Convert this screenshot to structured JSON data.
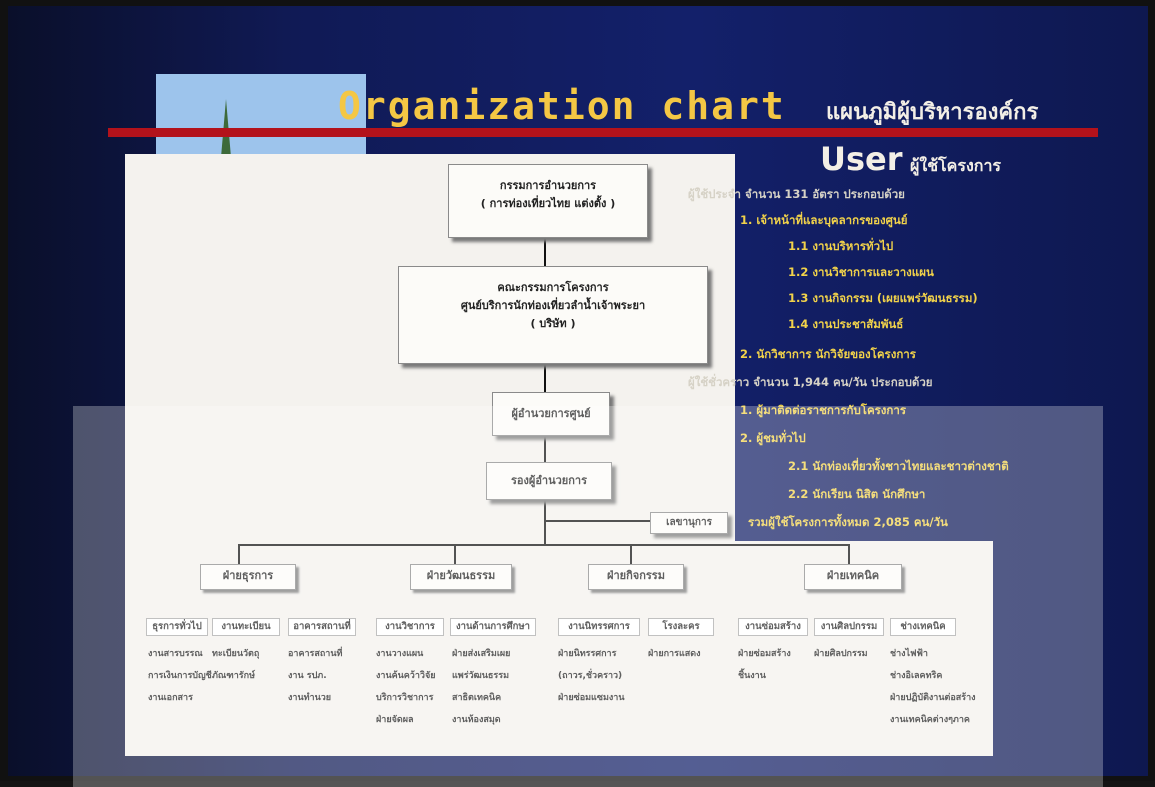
{
  "title": "Organization chart",
  "title_thai": "แผนภูมิผู้บริหารองค์กร",
  "user": {
    "title": "User",
    "title_thai": "ผู้ใช้โครงการ",
    "lines": [
      "ผู้ใช้ประจำ จำนวน 131 อัตรา ประกอบด้วย",
      "1. เจ้าหน้าที่และบุคลากรของศูนย์",
      "1.1 งานบริหารทั่วไป",
      "1.2 งานวิชาการและวางแผน",
      "1.3 งานกิจกรรม (เผยแพร่วัฒนธรรม)",
      "1.4 งานประชาสัมพันธ์",
      "2. นักวิชาการ นักวิจัยของโครงการ",
      "ผู้ใช้ชั่วคราว จำนวน 1,944 คน/วัน ประกอบด้วย",
      "1. ผู้มาติดต่อราชการกับโครงการ",
      "2. ผู้ชมทั่วไป",
      "2.1 นักท่องเที่ยวทั้งชาวไทยและชาวต่างชาติ",
      "2.2 นักเรียน นิสิต นักศึกษา",
      "รวมผู้ใช้โครงการทั้งหมด 2,085 คน/วัน"
    ]
  },
  "chart": {
    "level1": [
      "กรรมการอำนวยการ",
      "( การท่องเที่ยวไทย แต่งตั้ง )"
    ],
    "level2": [
      "คณะกรรมการโครงการ",
      "ศูนย์บริการนักท่องเที่ยวลำน้ำเจ้าพระยา",
      "( บริษัท )"
    ],
    "level3": "ผู้อำนวยการศูนย์",
    "level4": "รองผู้อำนวยการ",
    "secretary": "เลขานุการ",
    "departments": [
      {
        "name": "ฝ่ายธุรการ",
        "units": [
          {
            "head": "ธุรการทั่วไป",
            "items": [
              "งานสารบรรณ",
              "การเงินการบัญชี",
              "งานเอกสาร"
            ]
          },
          {
            "head": "งานทะเบียน",
            "items": [
              "ทะเบียนวัตถุ",
              "ภัณฑารักษ์"
            ]
          },
          {
            "head": "อาคารสถานที่",
            "items": [
              "อาคารสถานที่",
              "งาน รปภ.",
              "งานทำนวย"
            ]
          }
        ]
      },
      {
        "name": "ฝ่ายวัฒนธรรม",
        "units": [
          {
            "head": "งานวิชาการ",
            "items": [
              "งานวางแผน",
              "งานค้นคว้าวิจัย",
              "บริการวิชาการ",
              "ฝ่ายจัดผล"
            ]
          },
          {
            "head": "งานด้านการศึกษา",
            "items": [
              "ฝ่ายส่งเสริมเผย",
              "แพร่วัฒนธรรม",
              "สาธิตเทคนิค",
              "งานห้องสมุด"
            ]
          }
        ]
      },
      {
        "name": "ฝ่ายกิจกรรม",
        "units": [
          {
            "head": "งานนิทรรศการ",
            "items": [
              "ฝ่ายนิทรรศการ",
              "(ถาวร,ชั่วคราว)",
              "ฝ่ายซ่อมแซมงาน"
            ]
          },
          {
            "head": "โรงละคร",
            "items": [
              "ฝ่ายการแสดง"
            ]
          }
        ]
      },
      {
        "name": "ฝ่ายเทคนิค",
        "units": [
          {
            "head": "งานซ่อมสร้าง",
            "items": [
              "ฝ่ายซ่อมสร้าง",
              "ชิ้นงาน"
            ]
          },
          {
            "head": "งานศิลปกรรม",
            "items": [
              "ฝ่ายศิลปกรรม"
            ]
          },
          {
            "head": "ช่างเทคนิค",
            "items": [
              "ช่างไฟฟ้า",
              "ช่างอิเลคทริค",
              "ฝ่ายปฏิบัติงานต่อสร้าง",
              "งานเทคนิคต่างๆภาค"
            ]
          }
        ]
      }
    ]
  },
  "colors": {
    "title": "#f4c744",
    "bar": "#b3121b",
    "background": "#13206a",
    "user_text": "#f1d24a"
  }
}
